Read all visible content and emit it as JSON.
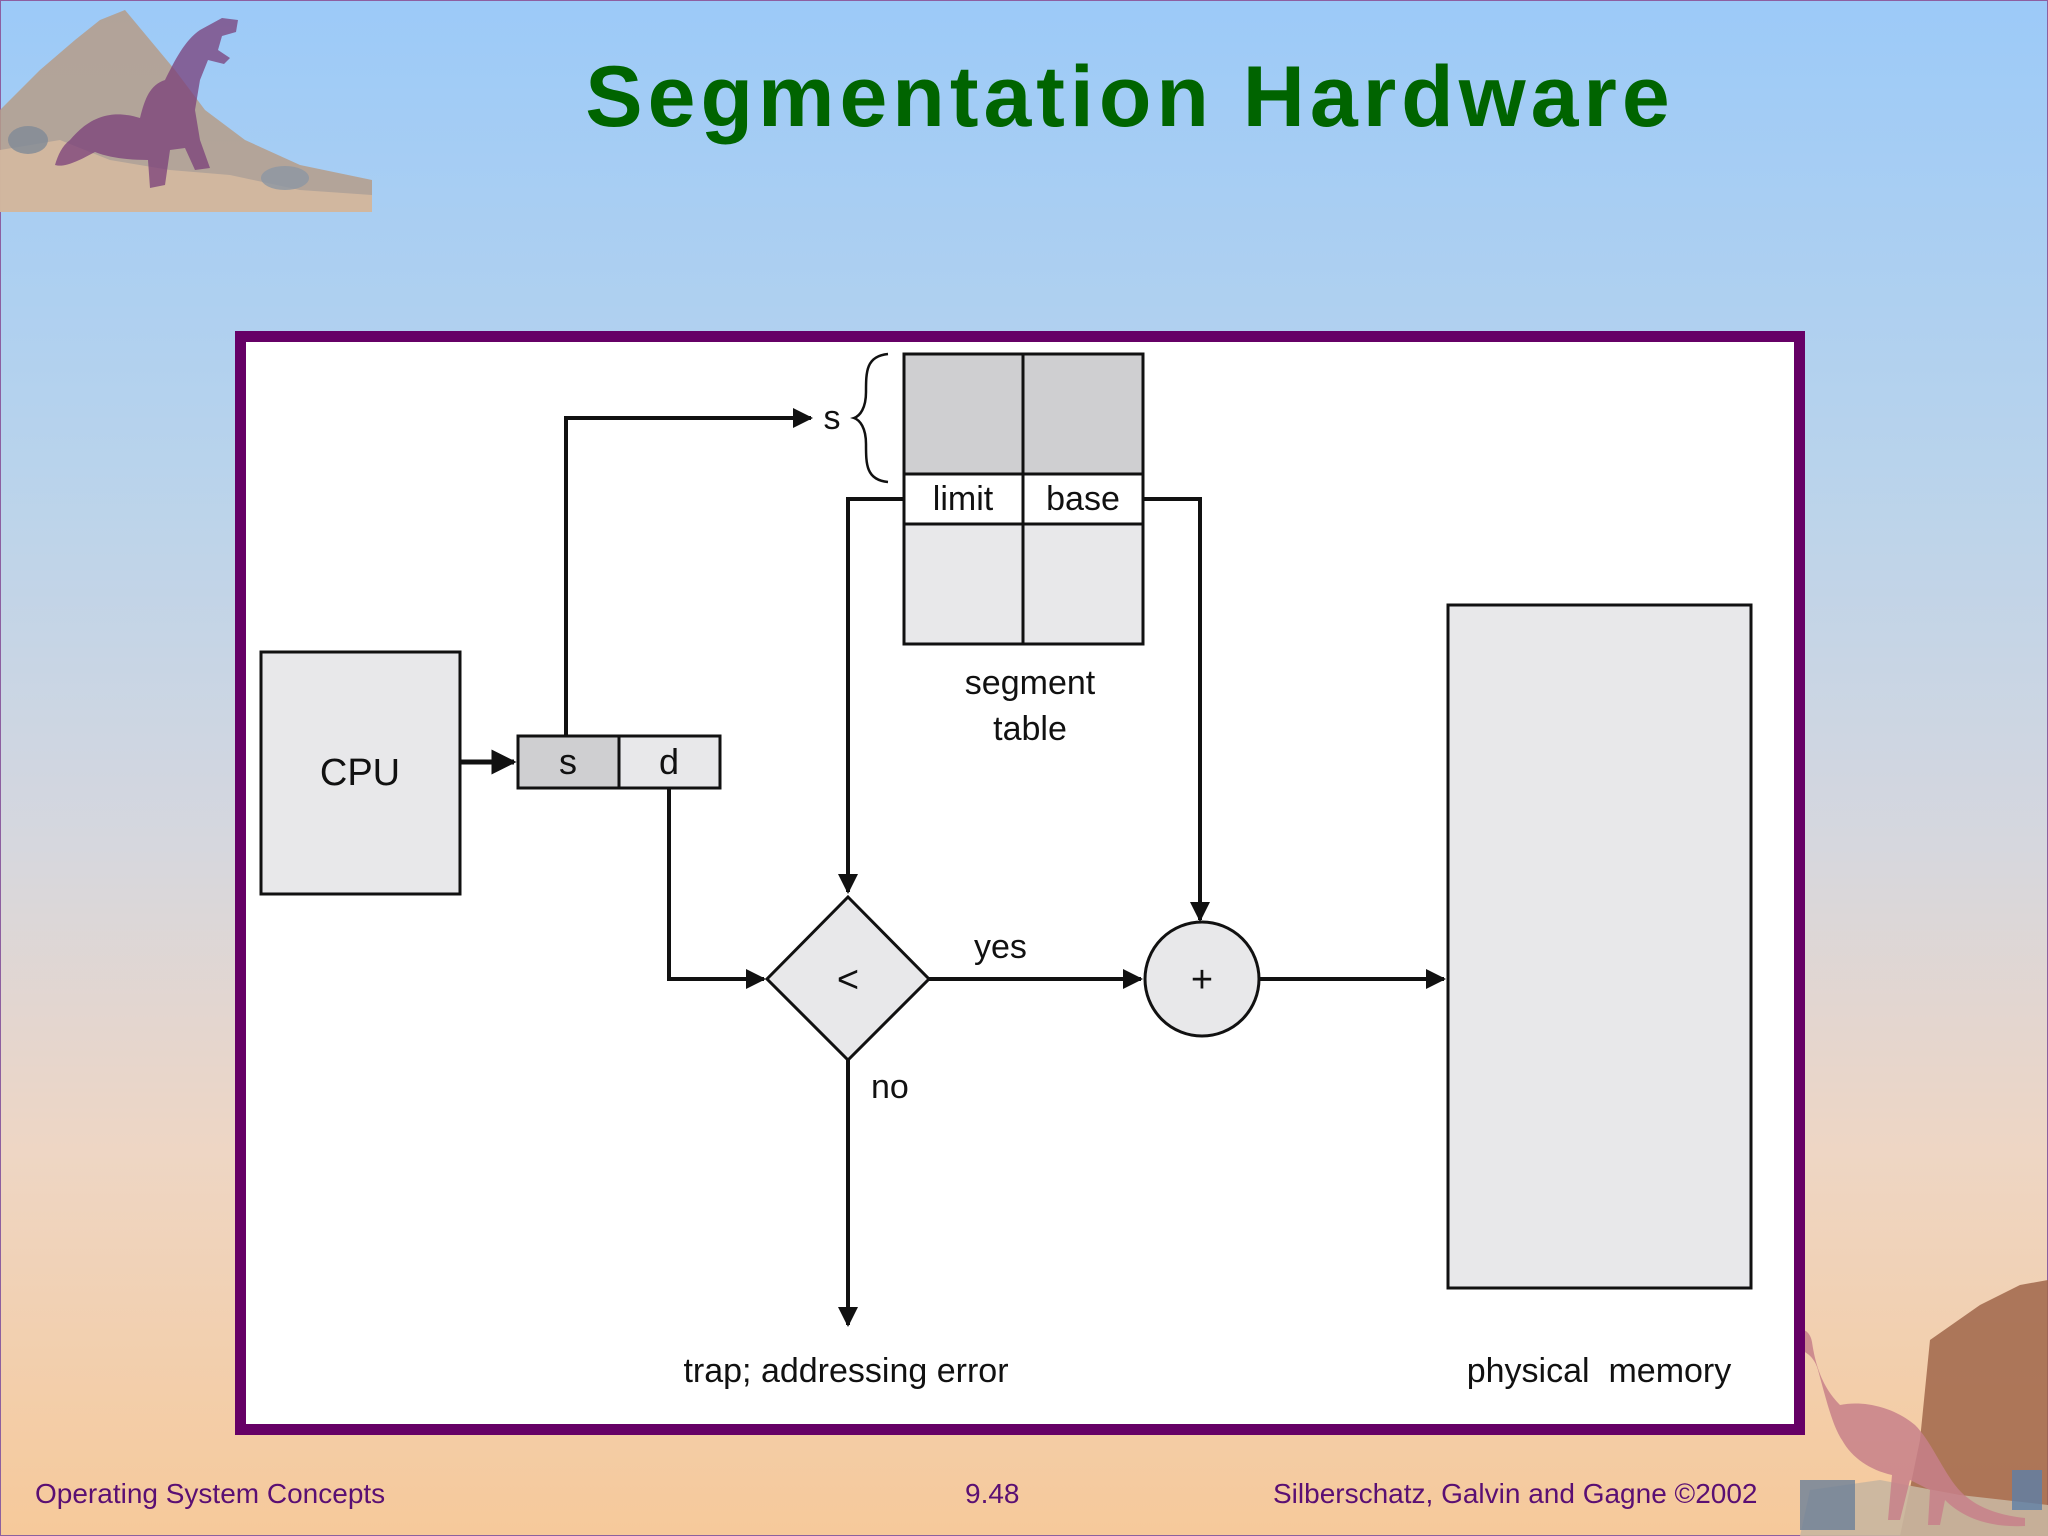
{
  "slide": {
    "title": "Segmentation Hardware",
    "footer_left": "Operating System Concepts",
    "footer_center": "9.48",
    "footer_right": "Silberschatz, Galvin and  Gagne ©2002"
  },
  "diagram": {
    "cpu_label": "CPU",
    "address_s": "s",
    "address_d": "d",
    "segment_index_label": "s",
    "limit_label": "limit",
    "base_label": "base",
    "segment_table_line1": "segment",
    "segment_table_line2": "table",
    "compare_symbol": "<",
    "yes_label": "yes",
    "no_label": "no",
    "adder_symbol": "+",
    "trap_label": "trap; addressing error",
    "memory_label": "physical  memory"
  }
}
